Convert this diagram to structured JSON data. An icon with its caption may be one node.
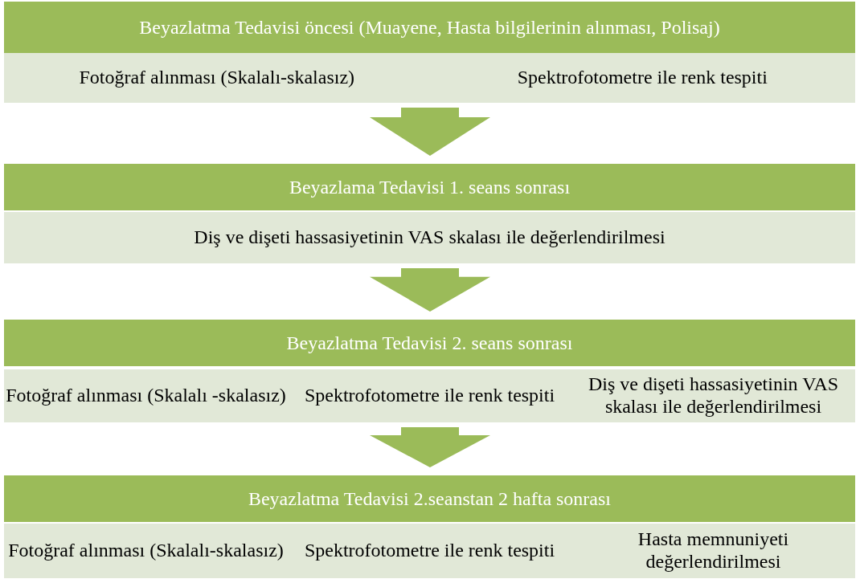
{
  "diagram": {
    "nodes": [
      {
        "text": [
          "Beyazlatma Tedavisi öncesi (Muayene, Hasta bilgilerinin alınması, Polisaj)"
        ]
      },
      {
        "text": [
          "Fotoğraf alınması (Skalalı-skalasız)",
          "Spektrofotometre ile renk tespiti"
        ]
      },
      {
        "text": [
          "Beyazlama Tedavisi  1. seans sonrası"
        ]
      },
      {
        "text": [
          "Diş ve dişeti hassasiyetinin VAS skalası ile değerlendirilmesi"
        ]
      },
      {
        "text": [
          "Beyazlatma Tedavisi  2. seans sonrası"
        ]
      },
      {
        "text": [
          "Fotoğraf alınması (Skalalı -skalasız)",
          "Spektrofotometre ile renk tespiti",
          "Diş ve dişeti hassasiyetinin VAS skalası ile değerlendirilmesi"
        ]
      },
      {
        "text": [
          "Beyazlatma Tedavisi 2.seanstan 2 hafta sonrası"
        ]
      },
      {
        "text": [
          "Fotoğraf alınması (Skalalı-skalasız)",
          "Spektrofotometre ile renk tespiti",
          "Hasta memnuniyeti değerlendirilmesi"
        ]
      }
    ],
    "edges": [
      {
        "from": 1,
        "to": 2,
        "arrow": "to",
        "style": "thick"
      },
      {
        "from": 3,
        "to": 4,
        "arrow": "to",
        "style": "thick"
      },
      {
        "from": 5,
        "to": 6,
        "arrow": "to",
        "style": "thick"
      }
    ]
  }
}
